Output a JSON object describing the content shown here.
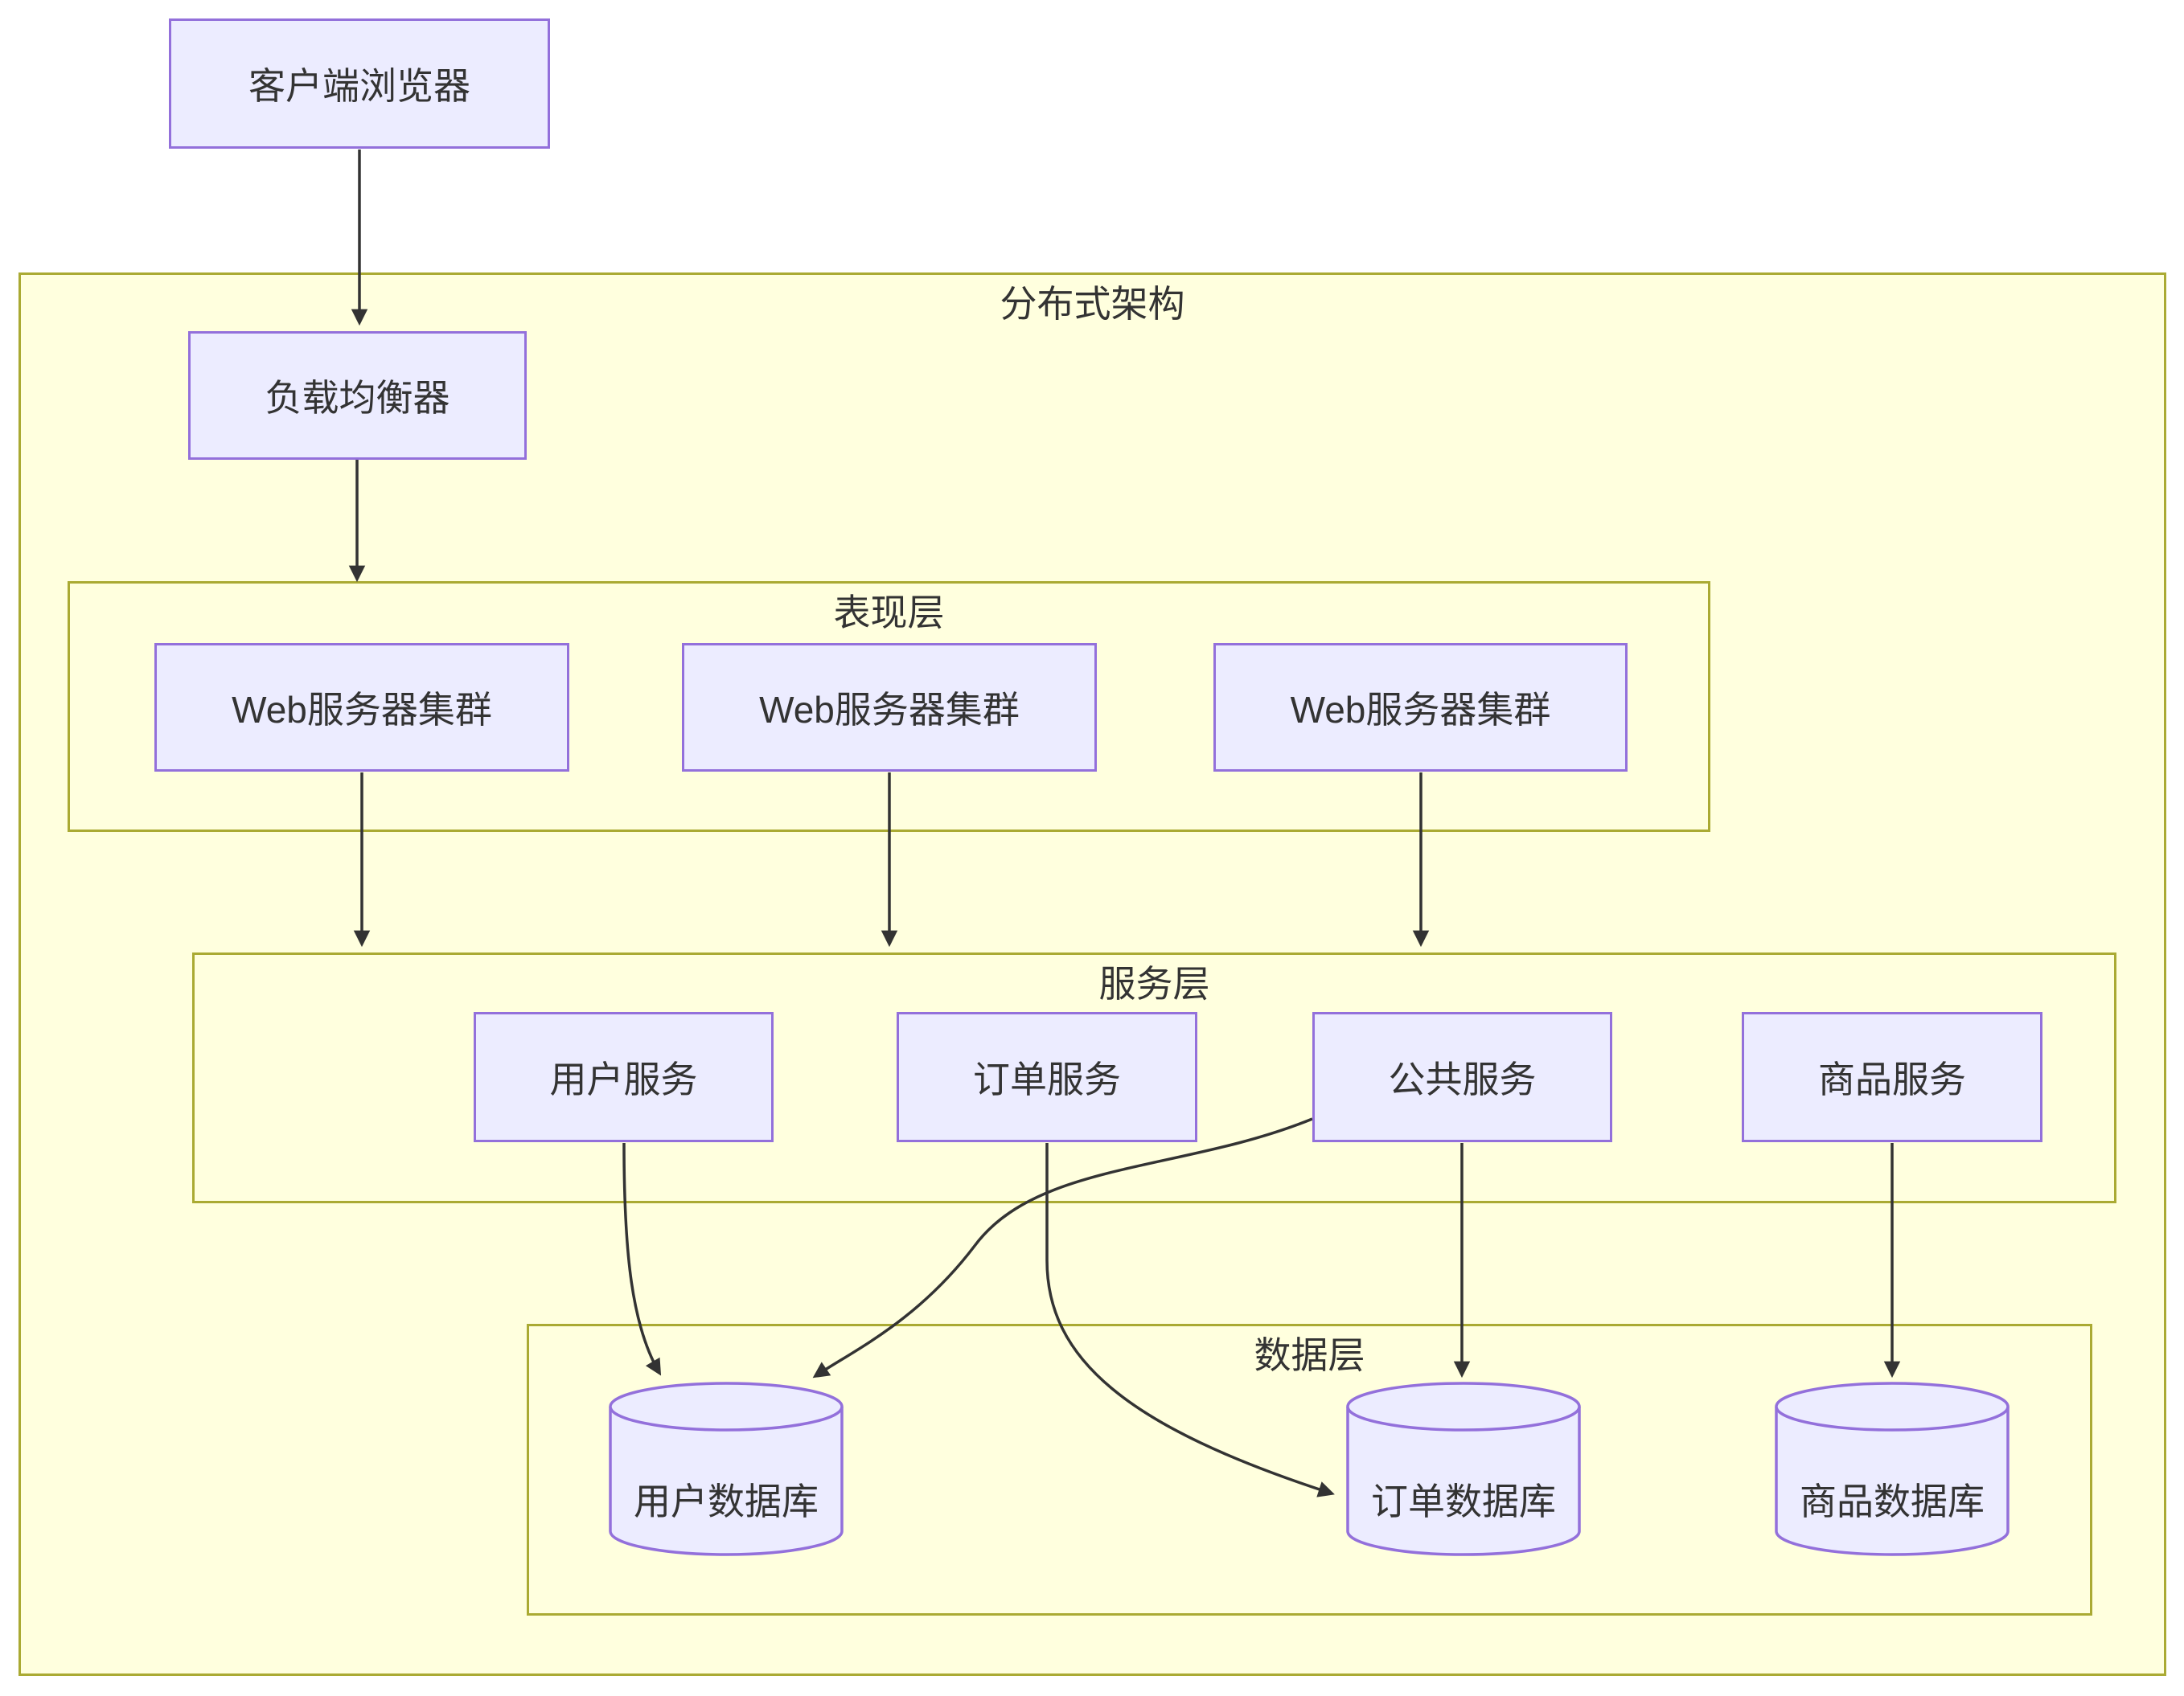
{
  "diagram": {
    "type": "flowchart",
    "outer_cluster": {
      "id": "distributed",
      "label": "分布式架构"
    },
    "clusters": [
      {
        "id": "presentation",
        "label": "表现层"
      },
      {
        "id": "service",
        "label": "服务层"
      },
      {
        "id": "data",
        "label": "数据层"
      }
    ],
    "nodes": {
      "client": {
        "label": "客户端浏览器",
        "shape": "rect"
      },
      "load_balancer": {
        "label": "负载均衡器",
        "shape": "rect"
      },
      "web1": {
        "label": "Web服务器集群",
        "shape": "rect"
      },
      "web2": {
        "label": "Web服务器集群",
        "shape": "rect"
      },
      "web3": {
        "label": "Web服务器集群",
        "shape": "rect"
      },
      "user_service": {
        "label": "用户服务",
        "shape": "rect"
      },
      "order_service": {
        "label": "订单服务",
        "shape": "rect"
      },
      "public_service": {
        "label": "公共服务",
        "shape": "rect"
      },
      "product_service": {
        "label": "商品服务",
        "shape": "rect"
      },
      "user_db": {
        "label": "用户数据库",
        "shape": "cylinder"
      },
      "order_db": {
        "label": "订单数据库",
        "shape": "cylinder"
      },
      "product_db": {
        "label": "商品数据库",
        "shape": "cylinder"
      }
    },
    "edges": [
      {
        "from": "client",
        "to": "load_balancer"
      },
      {
        "from": "load_balancer",
        "to": "presentation"
      },
      {
        "from": "web1",
        "to": "service"
      },
      {
        "from": "web2",
        "to": "service"
      },
      {
        "from": "web3",
        "to": "service"
      },
      {
        "from": "user_service",
        "to": "user_db"
      },
      {
        "from": "public_service",
        "to": "user_db"
      },
      {
        "from": "order_service",
        "to": "order_db"
      },
      {
        "from": "public_service",
        "to": "order_db"
      },
      {
        "from": "product_service",
        "to": "product_db"
      }
    ],
    "colors": {
      "node_fill": "#ECECFF",
      "node_border": "#9370DB",
      "cluster_fill": "#FFFFDE",
      "cluster_border": "#AAAA33",
      "edge": "#333333",
      "text": "#333333",
      "background": "#FFFFFF"
    }
  }
}
